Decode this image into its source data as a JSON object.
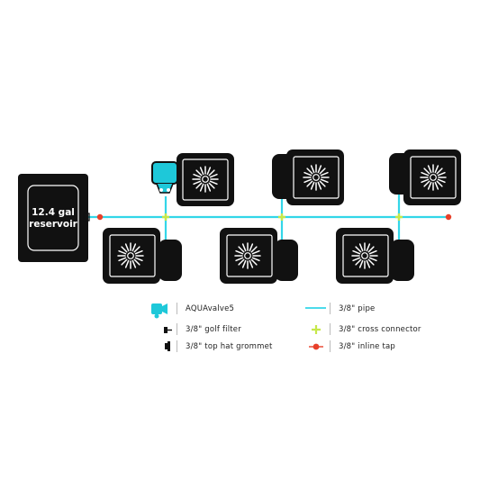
{
  "reservoir": {
    "line1": "12.4 gal",
    "line2": "reservoir"
  },
  "legend": {
    "left": [
      {
        "icon": "aquavalve-icon",
        "label": "AQUAvalve5"
      },
      {
        "icon": "golf-filter-icon",
        "label": "3/8\" golf filter"
      },
      {
        "icon": "top-hat-grommet-icon",
        "label": "3/8\" top hat grommet"
      }
    ],
    "right": [
      {
        "icon": "pipe-icon",
        "label": "3/8\" pipe"
      },
      {
        "icon": "cross-connector-icon",
        "label": "3/8\" cross connector"
      },
      {
        "icon": "inline-tap-icon",
        "label": "3/8\" inline tap"
      }
    ]
  },
  "colors": {
    "pipe": "#33d6e8",
    "valve": "#1ec8d9",
    "cross": "#c6e84a",
    "tap": "#e8402a",
    "pot": "#111111"
  }
}
